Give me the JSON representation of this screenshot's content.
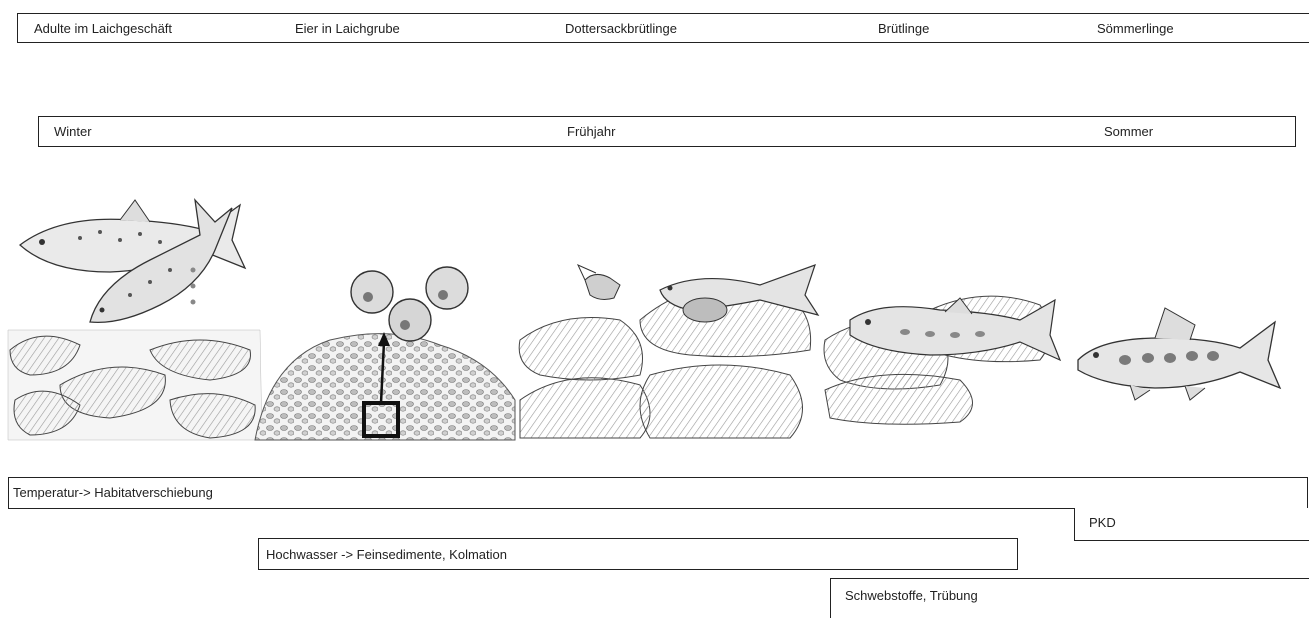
{
  "stages": {
    "adults": "Adulte im Laichgeschäft",
    "eggs": "Eier in Laichgrube",
    "yolk_sac_fry": "Dottersackbrütlinge",
    "fry": "Brütlinge",
    "summer_fry": "Sömmerlinge"
  },
  "seasons": {
    "winter": "Winter",
    "spring": "Frühjahr",
    "summer": "Sommer"
  },
  "stressors": {
    "temperature": "Temperatur-> Habitatverschiebung",
    "pkd": "PKD",
    "flood": "Hochwasser -> Feinsedimente, Kolmation",
    "sediment": "Schwebstoffe, Trübung"
  }
}
